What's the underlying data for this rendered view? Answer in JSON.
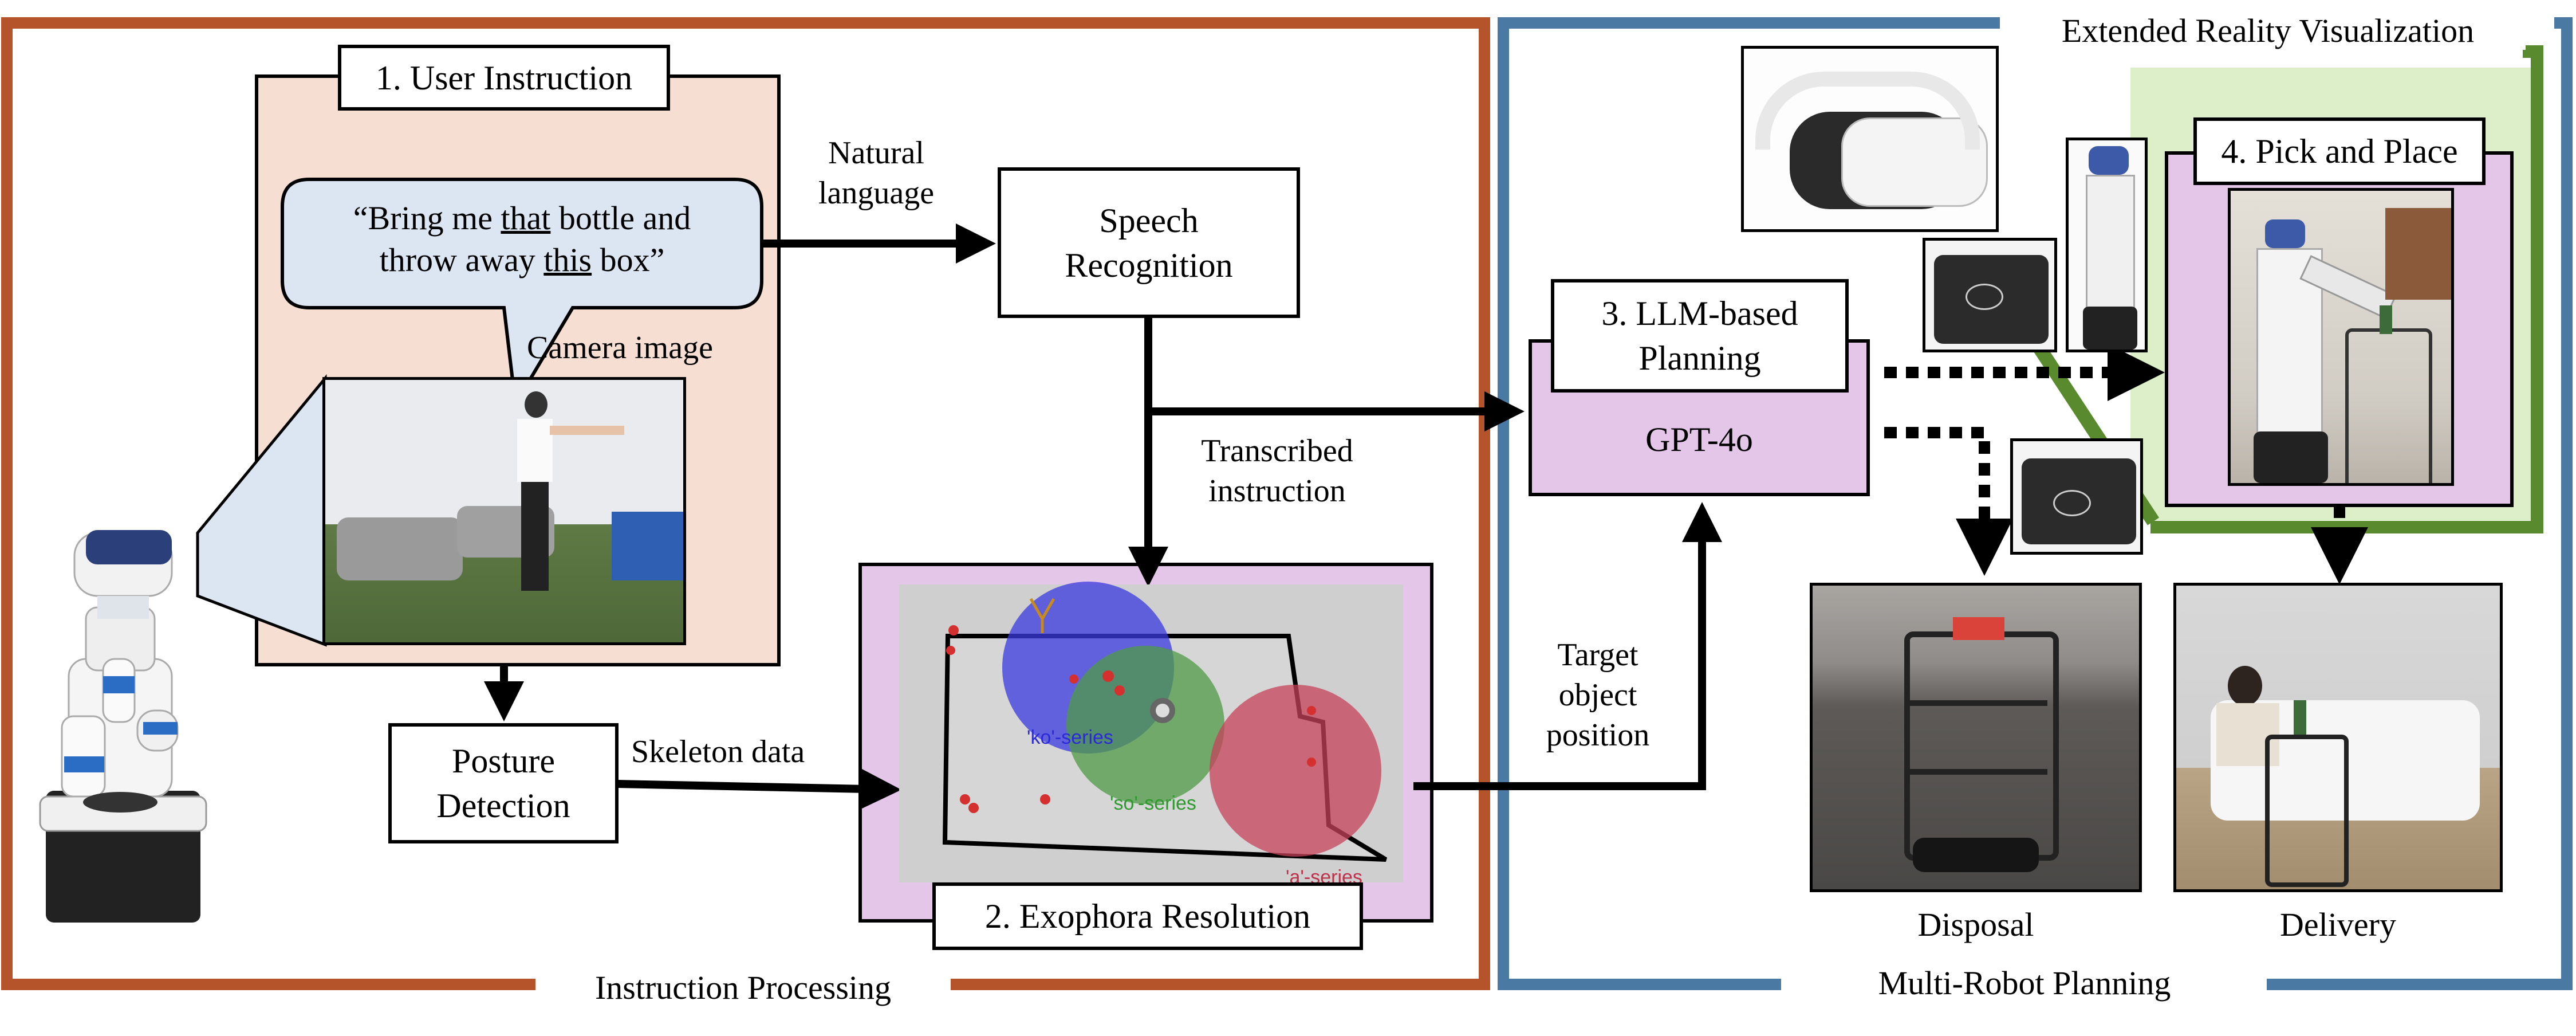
{
  "sections": {
    "instruction_processing": "Instruction Processing",
    "multi_robot_planning": "Multi-Robot Planning",
    "xr_visualization": "Extended Reality Visualization"
  },
  "user_instruction": {
    "title": "1. User Instruction",
    "quote_parts": [
      "“Bring me ",
      "that",
      " bottle and",
      "throw away ",
      "this",
      " box”"
    ],
    "camera_label": "Camera image"
  },
  "speech": {
    "edge_label_line1": "Natural",
    "edge_label_line2": "language",
    "box_line1": "Speech",
    "box_line2": "Recognition",
    "transcribed_line1": "Transcribed",
    "transcribed_line2": "instruction"
  },
  "posture": {
    "box_line1": "Posture",
    "box_line2": "Detection",
    "edge_label": "Skeleton data"
  },
  "exophora": {
    "title": "2. Exophora Resolution",
    "series": [
      {
        "label": "'ko'-series",
        "color": "#2a2ad8"
      },
      {
        "label": "'so'-series",
        "color": "#2e9a2e"
      },
      {
        "label": "'a'-series",
        "color": "#c0304a"
      }
    ],
    "target_line1": "Target",
    "target_line2": "object",
    "target_line3": "position"
  },
  "planning": {
    "title_line1": "3. LLM-based",
    "title_line2": "Planning",
    "model": "GPT-4o"
  },
  "pick_place": {
    "title": "4. Pick and Place"
  },
  "tasks": {
    "disposal": "Disposal",
    "delivery": "Delivery"
  },
  "colors": {
    "orange_frame": "#b5532a",
    "blue_frame": "#4a7aa3",
    "green_frame": "#5a8a2e",
    "green_fill": "#dcefc8",
    "peach_fill": "#f6dfd2",
    "purple_fill": "#e3c6e8",
    "bubble_fill": "#dce6f2"
  }
}
